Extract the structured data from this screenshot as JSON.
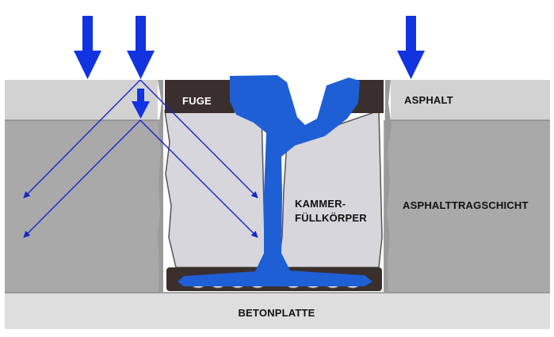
{
  "labels": {
    "fuge": "FUGE",
    "asphalt": "ASPHALT",
    "kammer_line1": "KAMMER-",
    "kammer_line2": "FÜLLKÖRPER",
    "asphalttragschicht": "ASPHALTTRAGSCHICHT",
    "betonplatte": "BETONPLATTE"
  },
  "colors": {
    "load_arrow": "#1233e0",
    "rail": "#1e5fd6",
    "ray": "#1428c8",
    "asphalt_layer": "#d2d2d2",
    "base_layer": "#a9a9a9",
    "concrete_slab": "#dedede",
    "chamber_filler": "#d6d6dc",
    "joint_fill": "#3a2f2d",
    "label_dark": "#111111",
    "label_light": "#ffffff"
  },
  "icons": {
    "load_arrow": "down-arrow-icon",
    "ray_arrow": "diagonal-arrow-icon"
  }
}
